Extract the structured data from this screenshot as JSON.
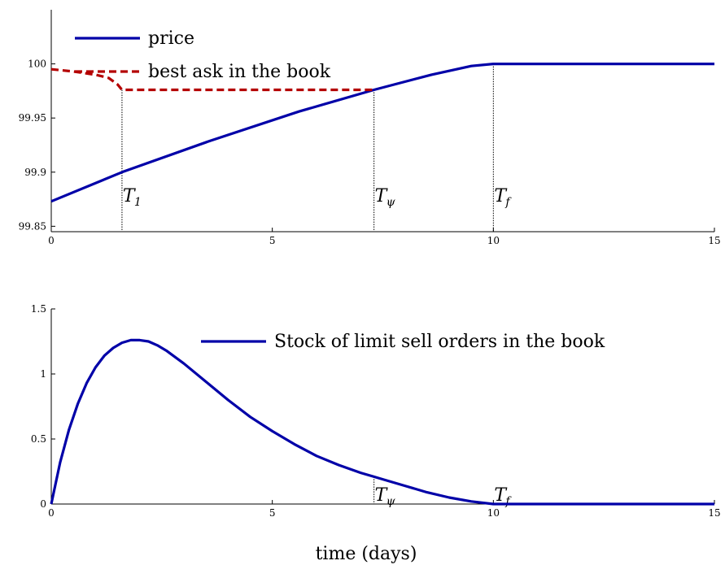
{
  "colors": {
    "price": "#0000a8",
    "ask": "#b40000",
    "stock": "#0000a8"
  },
  "xlabel": "time (days)",
  "chart_data": [
    {
      "type": "line",
      "xlim": [
        0,
        15
      ],
      "ylim": [
        99.845,
        100.05
      ],
      "xticks": [
        0,
        5,
        10,
        15
      ],
      "yticks": [
        99.85,
        99.9,
        99.95,
        100
      ],
      "ytick_labels": [
        "99.85",
        "99.9",
        "99.95",
        "100"
      ],
      "legend_placement": "top-left",
      "series": [
        {
          "name": "price",
          "style": "solid",
          "x": [
            0,
            1.6,
            3.6,
            5.6,
            7.3,
            8.6,
            9.5,
            10,
            15
          ],
          "y": [
            99.873,
            99.9,
            99.929,
            99.956,
            99.976,
            99.99,
            99.998,
            100,
            100
          ]
        },
        {
          "name": "best ask in the book",
          "style": "dashed",
          "x": [
            0,
            0.5,
            1.0,
            1.3,
            1.5,
            1.6,
            7.3
          ],
          "y": [
            99.995,
            99.993,
            99.99,
            99.987,
            99.981,
            99.976,
            99.976
          ]
        }
      ],
      "markers": [
        {
          "x": 1.6,
          "y_top": 99.976,
          "label": "T",
          "sub": "1"
        },
        {
          "x": 7.3,
          "y_top": 99.976,
          "label": "T",
          "sub": "ψ"
        },
        {
          "x": 10,
          "y_top": 100,
          "label": "T",
          "sub": "f"
        }
      ]
    },
    {
      "type": "line",
      "xlim": [
        0,
        15
      ],
      "ylim": [
        0,
        1.5
      ],
      "xticks": [
        0,
        5,
        10,
        15
      ],
      "yticks": [
        0,
        0.5,
        1,
        1.5
      ],
      "ytick_labels": [
        "0",
        "0.5",
        "1",
        "1.5"
      ],
      "legend_placement": "top-right",
      "series": [
        {
          "name": "Stock of limit sell orders in the book",
          "style": "solid",
          "x": [
            0,
            0.2,
            0.4,
            0.6,
            0.8,
            1.0,
            1.2,
            1.4,
            1.6,
            1.8,
            2.0,
            2.2,
            2.4,
            2.6,
            3.0,
            3.5,
            4.0,
            4.5,
            5.0,
            5.5,
            6.0,
            6.5,
            7.0,
            7.3,
            7.5,
            8.0,
            8.5,
            9.0,
            9.5,
            10.0,
            15.0
          ],
          "y": [
            0,
            0.32,
            0.57,
            0.77,
            0.93,
            1.05,
            1.14,
            1.2,
            1.24,
            1.26,
            1.26,
            1.25,
            1.22,
            1.18,
            1.08,
            0.94,
            0.8,
            0.67,
            0.56,
            0.46,
            0.37,
            0.3,
            0.24,
            0.21,
            0.19,
            0.14,
            0.09,
            0.05,
            0.02,
            0,
            0
          ]
        }
      ],
      "markers": [
        {
          "x": 7.3,
          "y_top": 0.21,
          "label": "T",
          "sub": "ψ"
        },
        {
          "x": 10,
          "y_top": 0,
          "label": "T",
          "sub": "f"
        }
      ]
    }
  ]
}
